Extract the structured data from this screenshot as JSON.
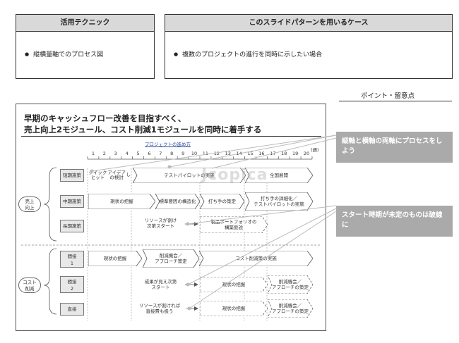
{
  "left_box": {
    "header": "活用テクニック",
    "bullet": "縦横量軸でのプロセス図"
  },
  "right_box": {
    "header": "このスライドパターンを用いるケース",
    "bullet": "複数のプロジェクトの進行を同時に示したい場合"
  },
  "points_label": "ポイント・留意点",
  "callouts": [
    "縦軸と横軸の両軸にプロセスをしよう",
    "スタート時期が未定のものは破線に"
  ],
  "slide": {
    "title_line1": "早期のキャッシュフロー改善を目指すべく、",
    "title_line2": "売上向上2モジュール、コスト削減1モジュールを同時に着手する",
    "timeline_label": "プロジェクトの進め方",
    "week_numbers": [
      "1",
      "2",
      "3",
      "4",
      "5",
      "6",
      "7",
      "8",
      "9",
      "10",
      "11",
      "12",
      "13",
      "14",
      "15",
      "16",
      "17",
      "18",
      "19",
      "20"
    ],
    "week_unit": "(週)",
    "categories": {
      "sales": [
        "売上",
        "向上"
      ],
      "cost": [
        "コスト",
        "削減"
      ]
    },
    "row_labels": {
      "short": "短期施策",
      "mid": "中期施策",
      "long": "長期施策",
      "indirect1": [
        "間接",
        "1"
      ],
      "indirect2": [
        "間接",
        "2"
      ],
      "direct": "直接"
    },
    "shapes": {
      "quick_win": [
        "クイックヒット",
        "アイデアの検討",
        "し"
      ],
      "test_pilot": "テストパイロットの実施",
      "full_rollout": "全国展開",
      "mid_current": "現状の把握",
      "mid_standard": "標準要因の構造化",
      "mid_decide": "打ち手の策定",
      "mid_detail": [
        "打ち手の詳細化／",
        "テストパイロットの実施"
      ],
      "long_note": [
        "リソースが割け",
        "次第スタート"
      ],
      "long_portfolio": [
        "製品ポートフォリオの",
        "構築仮説"
      ],
      "ind1_current": "現状の把握",
      "ind1_cut": [
        "削減機会／",
        "アプローチ策定"
      ],
      "ind1_exec": "コスト削減策の実施",
      "ind2_note": [
        "成果が見え次第",
        "スタート"
      ],
      "ind2_current": "現状の把握",
      "ind2_cut": [
        "削減機会／",
        "アプローチの策定"
      ],
      "dir_note": [
        "リソースが割ければ",
        "直接費も扱う"
      ],
      "dir_current": "現状の把握",
      "dir_cut": [
        "削減機会／",
        "アプローチの策定"
      ]
    }
  },
  "watermark": "Jcopica",
  "colors": {
    "header_bg": "#d9d9d9",
    "callout_bg": "#aaaaaa",
    "row_label_bg": "#e8e8e8",
    "border": "#333333"
  }
}
